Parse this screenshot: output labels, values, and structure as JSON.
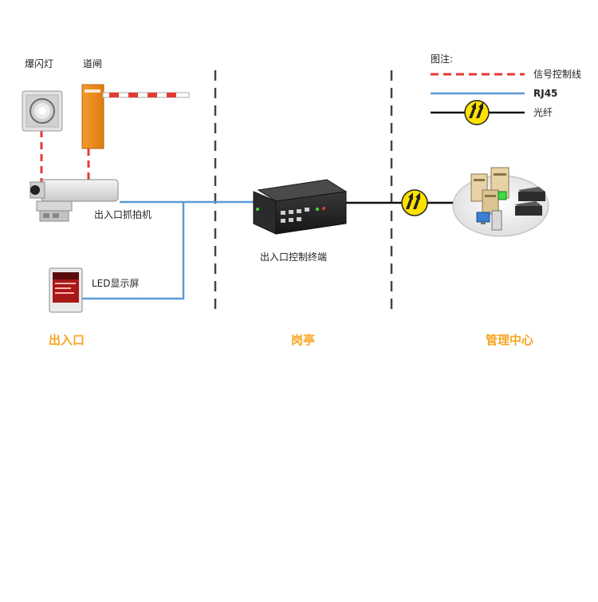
{
  "legend": {
    "title": "图注:",
    "signal_line": "信号控制线",
    "rj45": "RJ45",
    "fiber": "光纤"
  },
  "devices": {
    "flash_light": "爆闪灯",
    "barrier_gate": "道闸",
    "camera": "出入口抓拍机",
    "led_display": "LED显示屏",
    "control_terminal": "出入口控制终端"
  },
  "zones": {
    "entrance": "出入口",
    "booth": "岗亭",
    "management": "管理中心"
  },
  "colors": {
    "signal_line": "#e53935",
    "rj45": "#5b9bd5",
    "fiber": "#111111",
    "zone_label": "#f5a623",
    "fiber_joint": "#ffe100"
  }
}
